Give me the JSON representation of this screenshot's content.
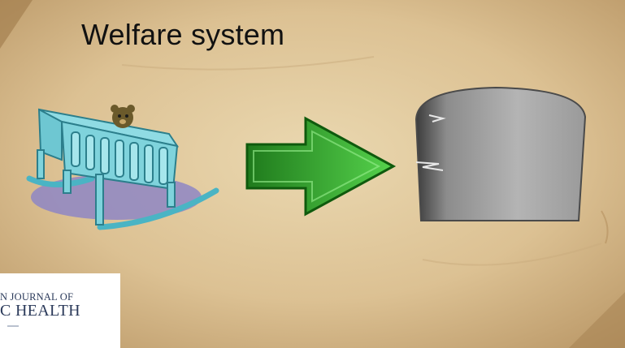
{
  "slide": {
    "title": "Welfare system",
    "images": {
      "cradle": "baby-cradle-illustration",
      "arrow": "green-right-arrow",
      "tombstone": "gray-tombstone-illustration"
    },
    "colors": {
      "background": "#d9bf92",
      "cradle": "#7fd3dc",
      "arrow": "#2f9a2a",
      "tombstone": "#a9a9a9"
    }
  },
  "logo": {
    "line1": "N JOURNAL OF",
    "line2": "C HEALTH"
  }
}
